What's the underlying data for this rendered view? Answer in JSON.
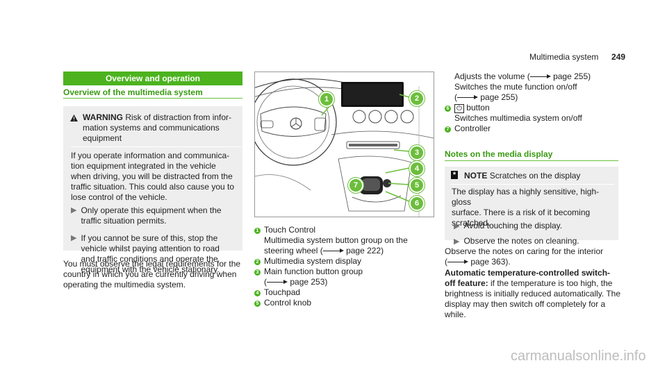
{
  "header": {
    "section": "Multimedia system",
    "page_number": "249"
  },
  "col1": {
    "bar_title": "Overview and operation",
    "subheading": "Overview of the multimedia system",
    "warning": {
      "label": "WARNING",
      "lead": "Risk of distraction from infor-",
      "lines": [
        "mation systems and communications",
        "equipment"
      ],
      "body": [
        "If you operate information and communica-",
        "tion equipment integrated in the vehicle",
        "when driving, you will be distracted from the",
        "traffic situation. This could also cause you to",
        "lose control of the vehicle."
      ],
      "bullet1": [
        "Only operate this equipment when the",
        "traffic situation permits."
      ],
      "bullet2": [
        "If you cannot be sure of this, stop the",
        "vehicle whilst paying attention to road",
        "and traffic conditions and operate the",
        "equipment with the vehicle stationary."
      ]
    },
    "para": [
      "You must observe the legal requirements for the",
      "country in which you are currently driving when",
      "operating the multimedia system."
    ]
  },
  "col2": {
    "items": [
      {
        "n": "1",
        "lines": [
          "Touch Control",
          "Multimedia system button group on the",
          "steering wheel ("
        ],
        "ref": "page 222)"
      },
      {
        "n": "2",
        "lines": [
          "Multimedia system display"
        ]
      },
      {
        "n": "3",
        "lines": [
          "Main function button group",
          "("
        ],
        "ref": "page 253)"
      },
      {
        "n": "4",
        "lines": [
          "Touchpad"
        ]
      },
      {
        "n": "5",
        "lines": [
          "Control knob"
        ]
      }
    ]
  },
  "col3": {
    "adjust": {
      "l1": "Adjusts the volume (",
      "ref1": "page 255)",
      "l2": "Switches the mute function on/off",
      "l3": "(",
      "ref2": "page 255)"
    },
    "item6": {
      "n": "6",
      "power": "⏻",
      "label": "button",
      "desc": "Switches multimedia system on/off"
    },
    "item7": {
      "n": "7",
      "label": "Controller"
    },
    "notes_heading": "Notes on the media display",
    "note": {
      "label": "NOTE",
      "lead": "Scratches on the display",
      "body": [
        "The display has a highly sensitive, high-gloss",
        "surface. There is a risk of it becoming",
        "scratched."
      ],
      "bullet1": "Avoid touching the display.",
      "bullet2": "Observe the notes on cleaning."
    },
    "para1": {
      "l1": "Observe the notes on caring for the interior",
      "l2a": "(",
      "ref": "page 363)."
    },
    "para2": {
      "bold1": "Automatic temperature-controlled switch-",
      "bold2": "off feature:",
      "rest1": " if the temperature is too high, the",
      "rest": [
        "brightness is initially reduced automatically. The",
        "display may then switch off completely for a",
        "while."
      ]
    }
  },
  "figure": {
    "callouts": [
      "1",
      "2",
      "3",
      "4",
      "5",
      "6",
      "7"
    ]
  },
  "watermark": "carmanualsonline.info",
  "icons": {
    "warning": "warning-triangle-icon",
    "note": "note-asterisk-icon",
    "bullet": "arrow-bullet-icon"
  }
}
